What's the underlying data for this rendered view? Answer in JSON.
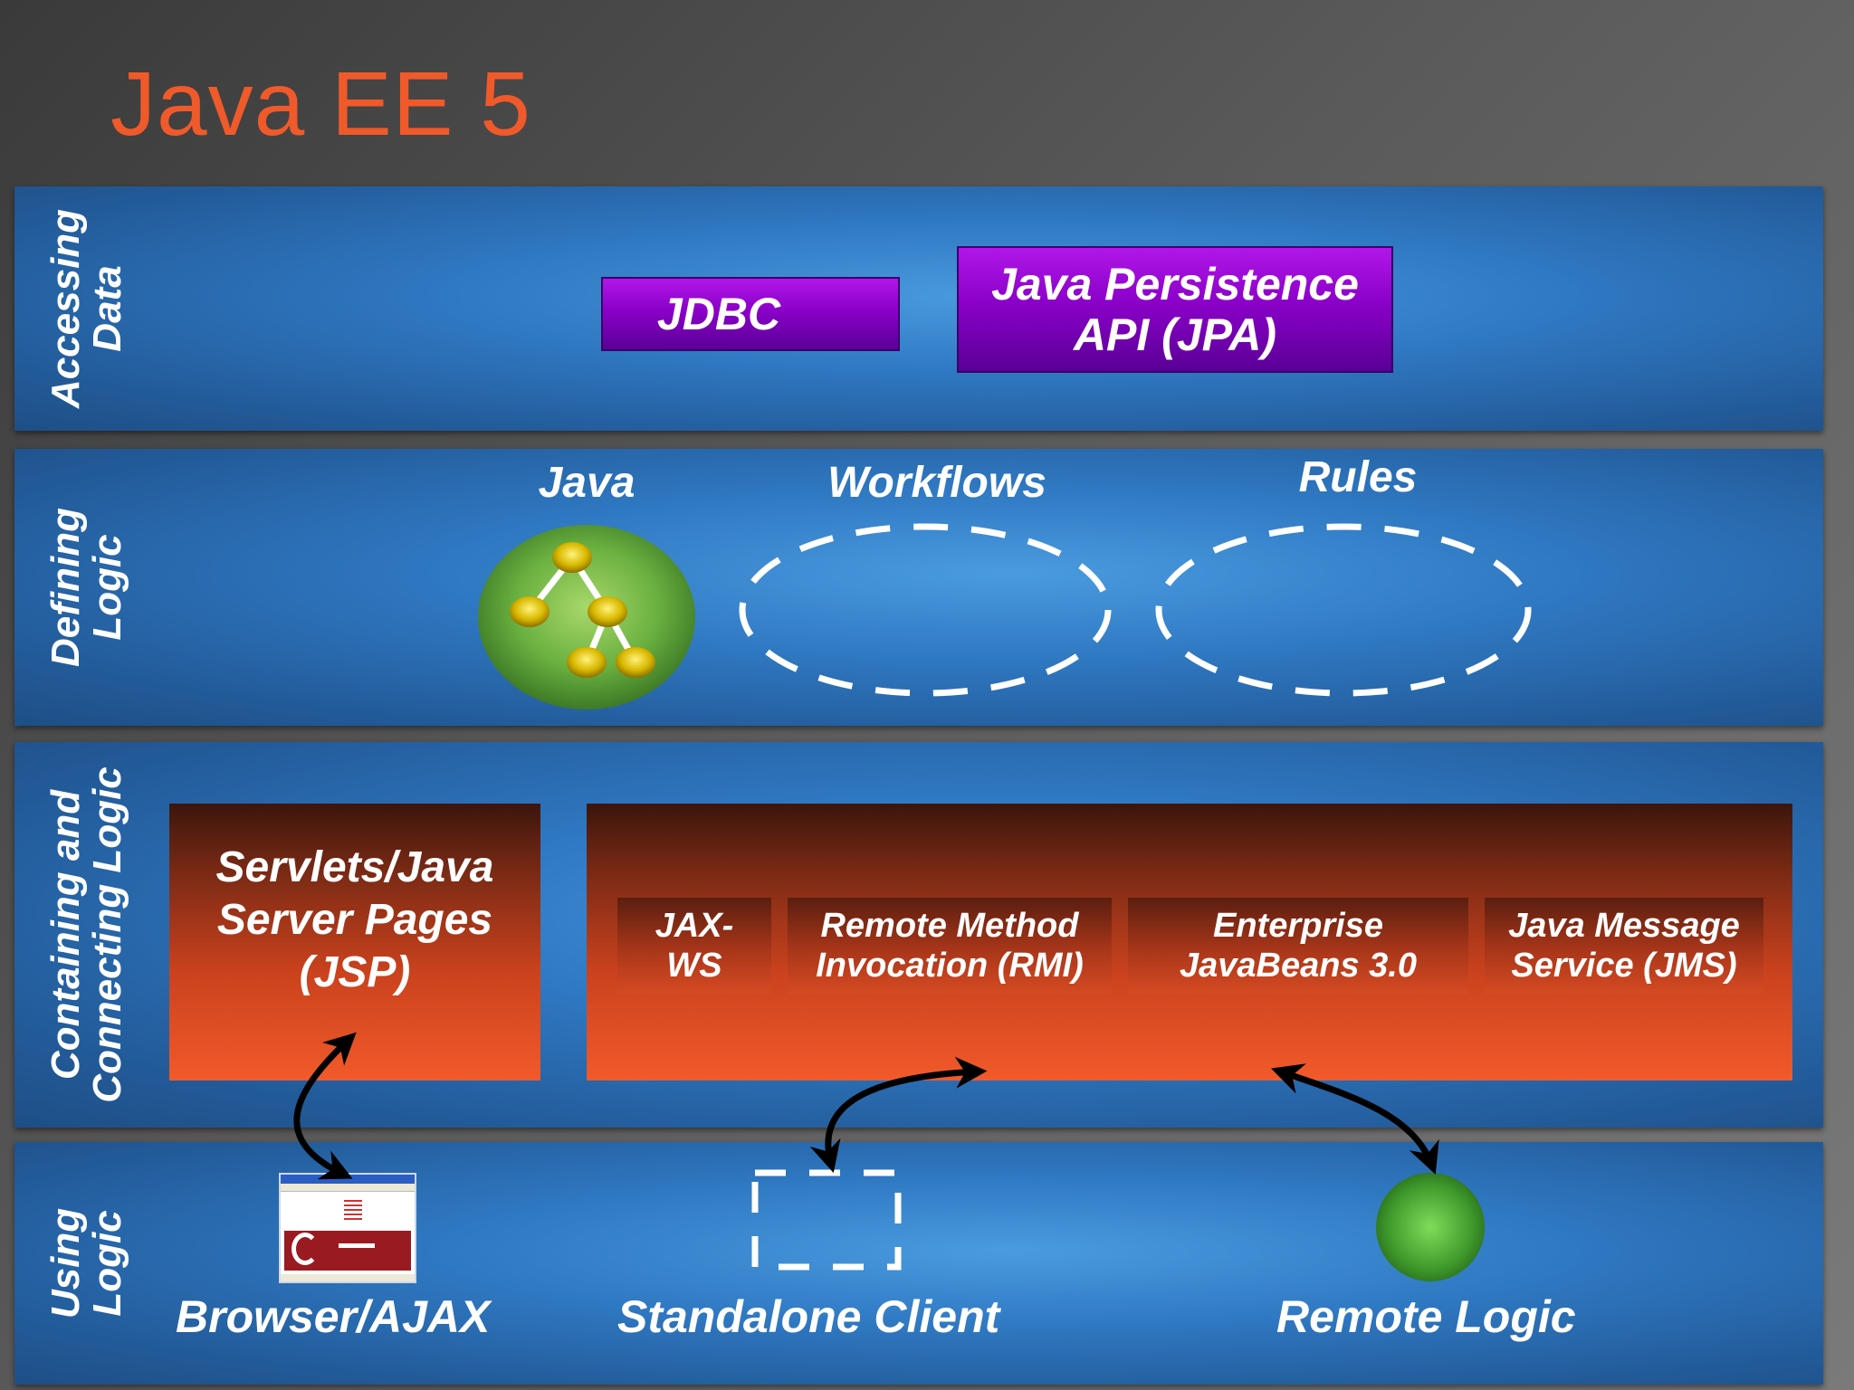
{
  "title": "Java EE 5",
  "bands": {
    "data": "Accessing\nData",
    "logic": "Defining\nLogic",
    "contain": "Containing and\nConnecting Logic",
    "using": "Using\nLogic"
  },
  "accessing": {
    "jdbc": "JDBC",
    "jpa": "Java Persistence\nAPI (JPA)"
  },
  "defining": {
    "java": "Java",
    "workflows": "Workflows",
    "rules": "Rules"
  },
  "containing": {
    "servlets": "Servlets/Java\nServer Pages\n(JSP)",
    "jaxws": "JAX-\nWS",
    "rmi": "Remote Method\nInvocation (RMI)",
    "ejb": "Enterprise\nJavaBeans 3.0",
    "jms": "Java Message\nService (JMS)"
  },
  "using": {
    "browser": "Browser/AJAX",
    "standalone": "Standalone Client",
    "remote": "Remote Logic"
  },
  "colors": {
    "title": "#f05a2a",
    "band": "#2f78c2",
    "purple": "#8a00c8",
    "orange": "#f25a2a",
    "green": "#5aa83a"
  }
}
